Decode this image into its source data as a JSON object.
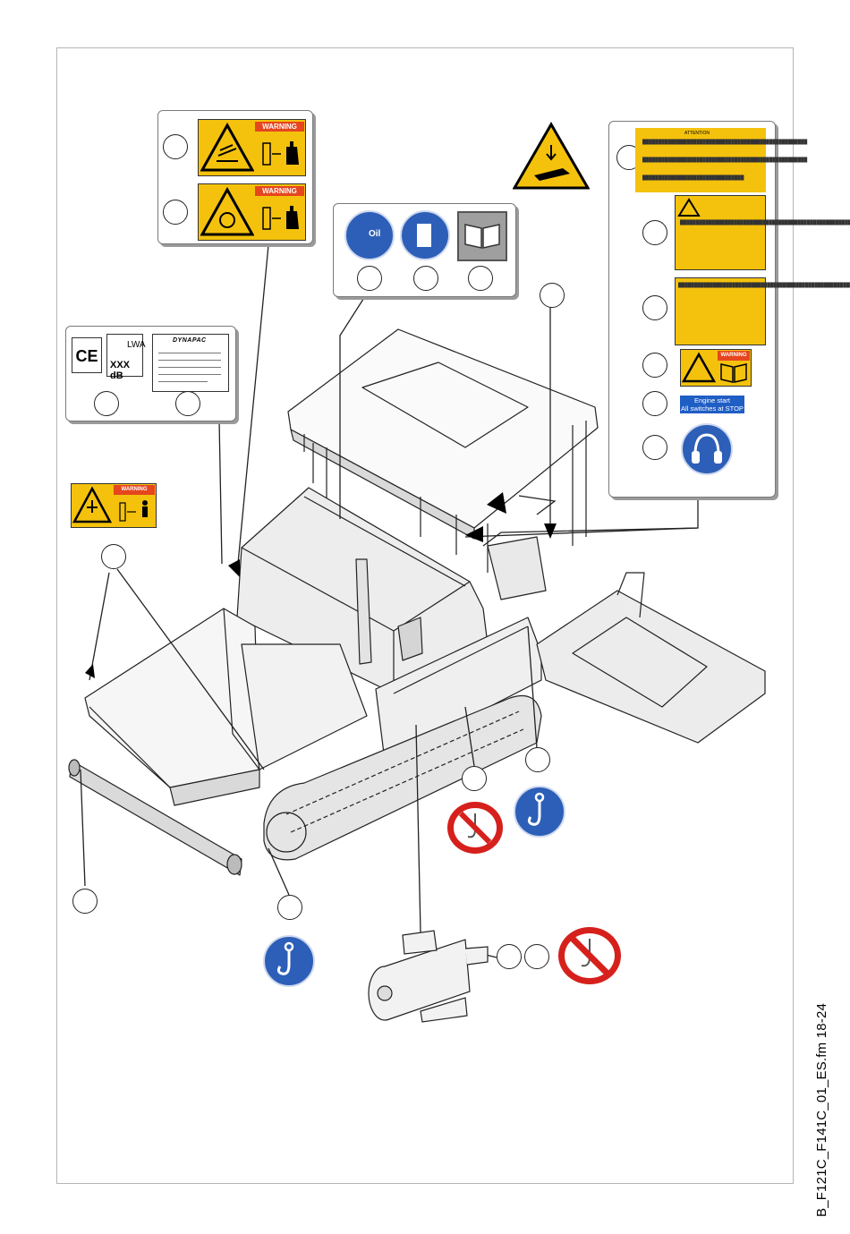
{
  "page": {
    "side_label": "B_F121C_F141C_01_ES.fm 18-24"
  },
  "labels": {
    "warning_word": "WARNING",
    "oil_text": "Oil",
    "ear_header": "ATTENTION",
    "lwa_symbol": "LWA",
    "lwa_value": "XXX dB",
    "plate_brand": "DYNAPAC",
    "ce_mark": "CE",
    "estop_text": "Engine start\nAll switches at STOP"
  },
  "colors": {
    "warning_yellow": "#f4c20d",
    "warning_orange": "#e6461e",
    "mandatory_blue": "#2d5fb8",
    "prohibition_red": "#d6201c",
    "estop_blue": "#1f5ec4"
  },
  "icons": [
    "hand-crush-icon",
    "auger-warning-icon",
    "oil-can-icon",
    "fuel-pump-icon",
    "manual-book-icon",
    "ce-mark-icon",
    "sound-power-icon",
    "type-plate-icon",
    "pinch-hand-icon",
    "hearing-protection-icon",
    "lifting-hook-icon",
    "no-lifting-icon",
    "electric-motor-icon",
    "paver-machine-icon"
  ]
}
